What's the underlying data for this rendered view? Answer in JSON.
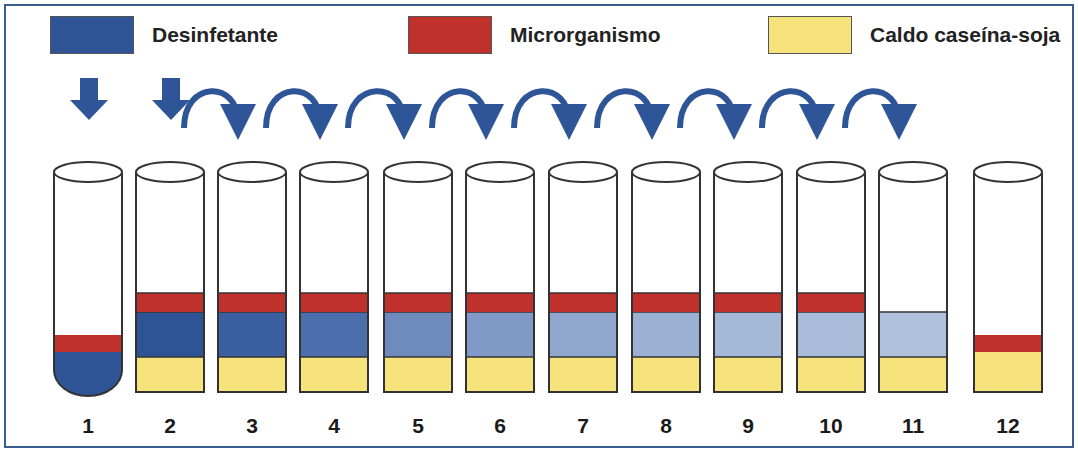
{
  "diagram": {
    "nodes": [
      {
        "text": [
          "1"
        ]
      },
      {
        "text": [
          "2"
        ]
      },
      {
        "text": [
          "3"
        ]
      },
      {
        "text": [
          "4"
        ]
      },
      {
        "text": [
          "5"
        ]
      },
      {
        "text": [
          "6"
        ]
      },
      {
        "text": [
          "7"
        ]
      },
      {
        "text": [
          "8"
        ]
      },
      {
        "text": [
          "9"
        ]
      },
      {
        "text": [
          "10"
        ]
      },
      {
        "text": [
          "11"
        ]
      },
      {
        "text": [
          "12"
        ]
      }
    ],
    "edges": [
      {
        "from": 1,
        "to": 2,
        "arrow": "to"
      },
      {
        "from": 2,
        "to": 3,
        "arrow": "to"
      },
      {
        "from": 3,
        "to": 4,
        "arrow": "to"
      },
      {
        "from": 4,
        "to": 5,
        "arrow": "to"
      },
      {
        "from": 5,
        "to": 6,
        "arrow": "to"
      },
      {
        "from": 6,
        "to": 7,
        "arrow": "to"
      },
      {
        "from": 7,
        "to": 8,
        "arrow": "to"
      },
      {
        "from": 8,
        "to": 9,
        "arrow": "to"
      },
      {
        "from": 9,
        "to": 10,
        "arrow": "to"
      }
    ],
    "legend": [
      {
        "text": "Desinfetante",
        "color": "#2f5496"
      },
      {
        "text": "Microrganismo",
        "color": "#c0312b"
      },
      {
        "text": "Caldo caseína-soja",
        "color": "#f6e37c"
      }
    ]
  }
}
